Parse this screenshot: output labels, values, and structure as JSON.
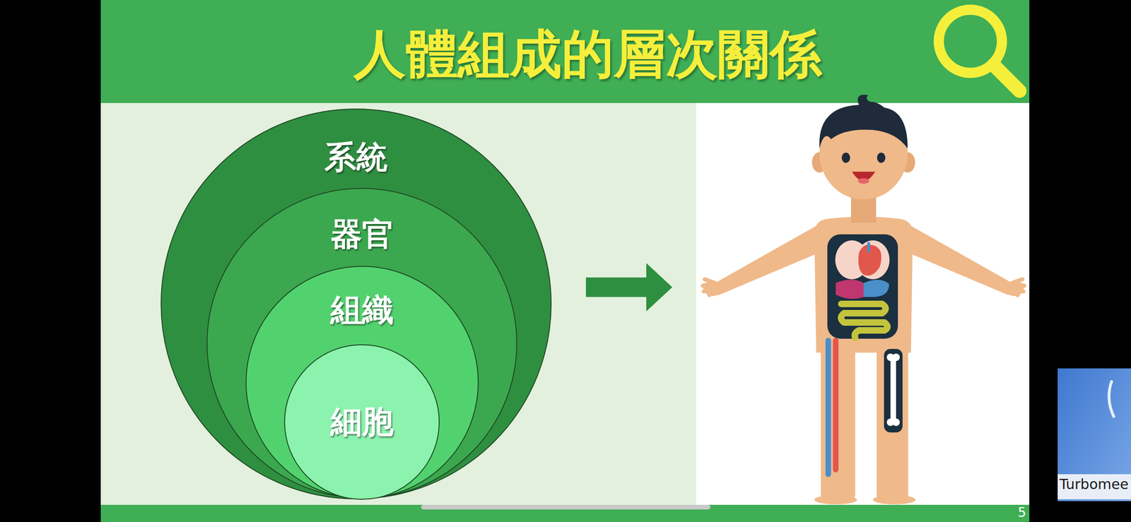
{
  "diagram": {
    "title": "人體組成的層次關係",
    "nodes": [
      {
        "text": [
          "系統"
        ]
      },
      {
        "text": [
          "器官"
        ],
        "in": 0
      },
      {
        "text": [
          "組織"
        ],
        "in": 1
      },
      {
        "text": [
          "細胞"
        ],
        "in": 2
      }
    ],
    "labels": [
      "5",
      "Turbomee"
    ]
  }
}
